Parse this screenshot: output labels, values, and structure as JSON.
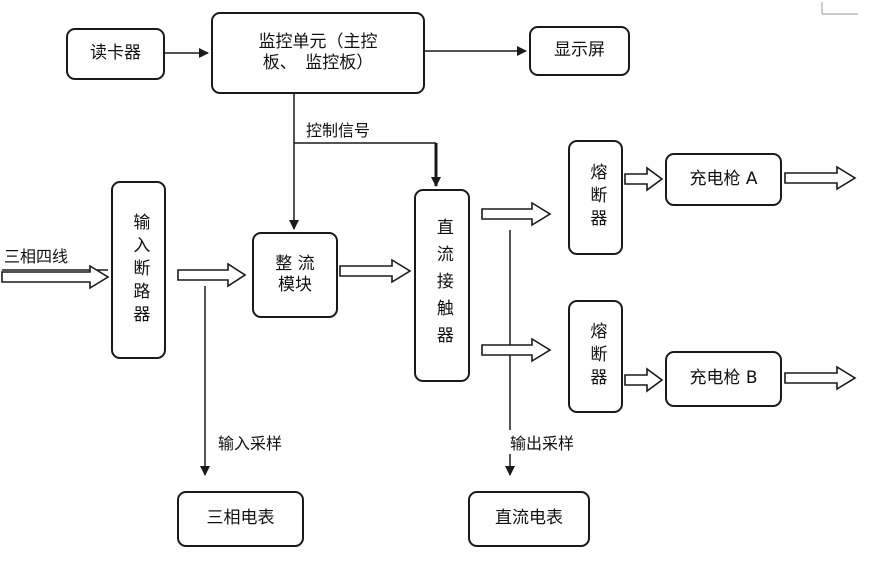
{
  "boxes": {
    "card_reader": "读卡器",
    "monitor_unit_line1": "监控单元（主控",
    "monitor_unit_line2": "板、　监控板）",
    "display": "显示屏",
    "input_breaker": "输入断路器",
    "rectifier_line1": "整 流",
    "rectifier_line2": "模块",
    "dc_contactor": "直流接触器",
    "fuse_a": "熔断器",
    "fuse_b": "熔断器",
    "gun_a": "充电枪 A",
    "gun_b": "充电枪 B",
    "three_phase_meter": "三相电表",
    "dc_meter": "直流电表"
  },
  "labels": {
    "control_signal": "控制信号",
    "three_phase_four_wire": "三相四线",
    "input_sampling": "输入采样",
    "output_sampling": "输出采样"
  },
  "colors": {
    "stroke": "#1a1a1a"
  }
}
